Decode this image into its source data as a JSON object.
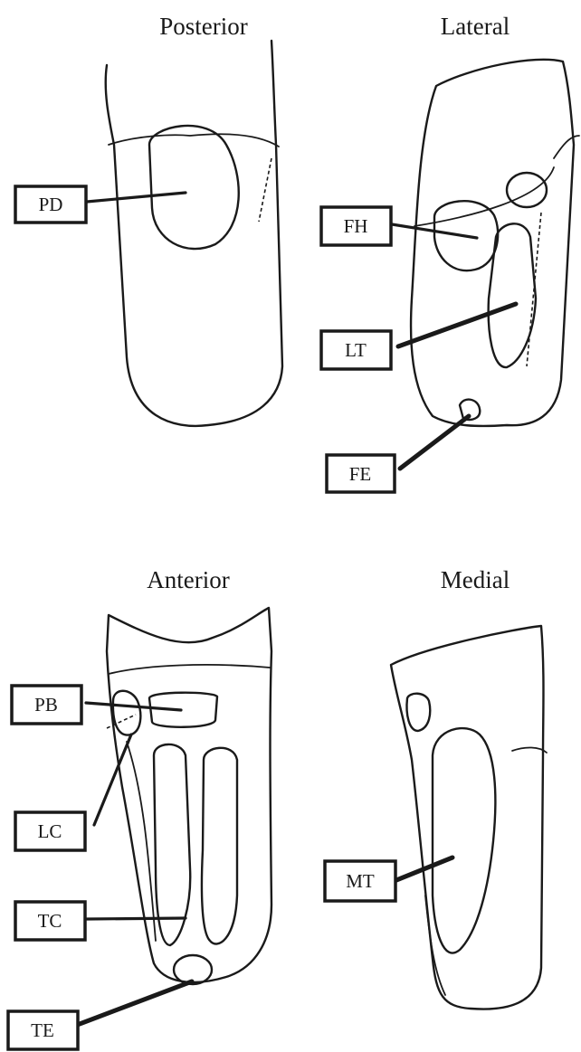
{
  "views": {
    "posterior": {
      "title": "Posterior"
    },
    "lateral": {
      "title": "Lateral"
    },
    "anterior": {
      "title": "Anterior"
    },
    "medial": {
      "title": "Medial"
    }
  },
  "labels": {
    "pd": "PD",
    "fh": "FH",
    "lt": "LT",
    "fe": "FE",
    "pb": "PB",
    "lc": "LC",
    "tc": "TC",
    "te": "TE",
    "mt": "MT"
  },
  "colors": {
    "ink": "#1a1a1a",
    "background": "#ffffff"
  }
}
